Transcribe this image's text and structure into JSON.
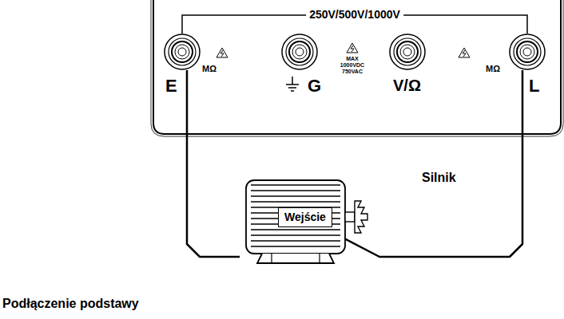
{
  "diagram": {
    "nodes": [
      {
        "text": [
          "E",
          "MΩ"
        ]
      },
      {
        "text": [
          "G"
        ]
      },
      {
        "text": [
          "V/Ω"
        ]
      },
      {
        "text": [
          "MΩ",
          "L"
        ]
      },
      {
        "text": [
          "Silnik"
        ]
      },
      {
        "text": [
          "Wejście"
        ],
        "in": 4
      }
    ],
    "edges": [
      {
        "from": 0,
        "to": 4,
        "arrow": "none"
      },
      {
        "from": 3,
        "to": 5,
        "arrow": "none"
      }
    ],
    "labels": [
      "250V/500V/1000V",
      "MAX 1000VDC 750VAC",
      "Podłączenie podstawy"
    ]
  }
}
